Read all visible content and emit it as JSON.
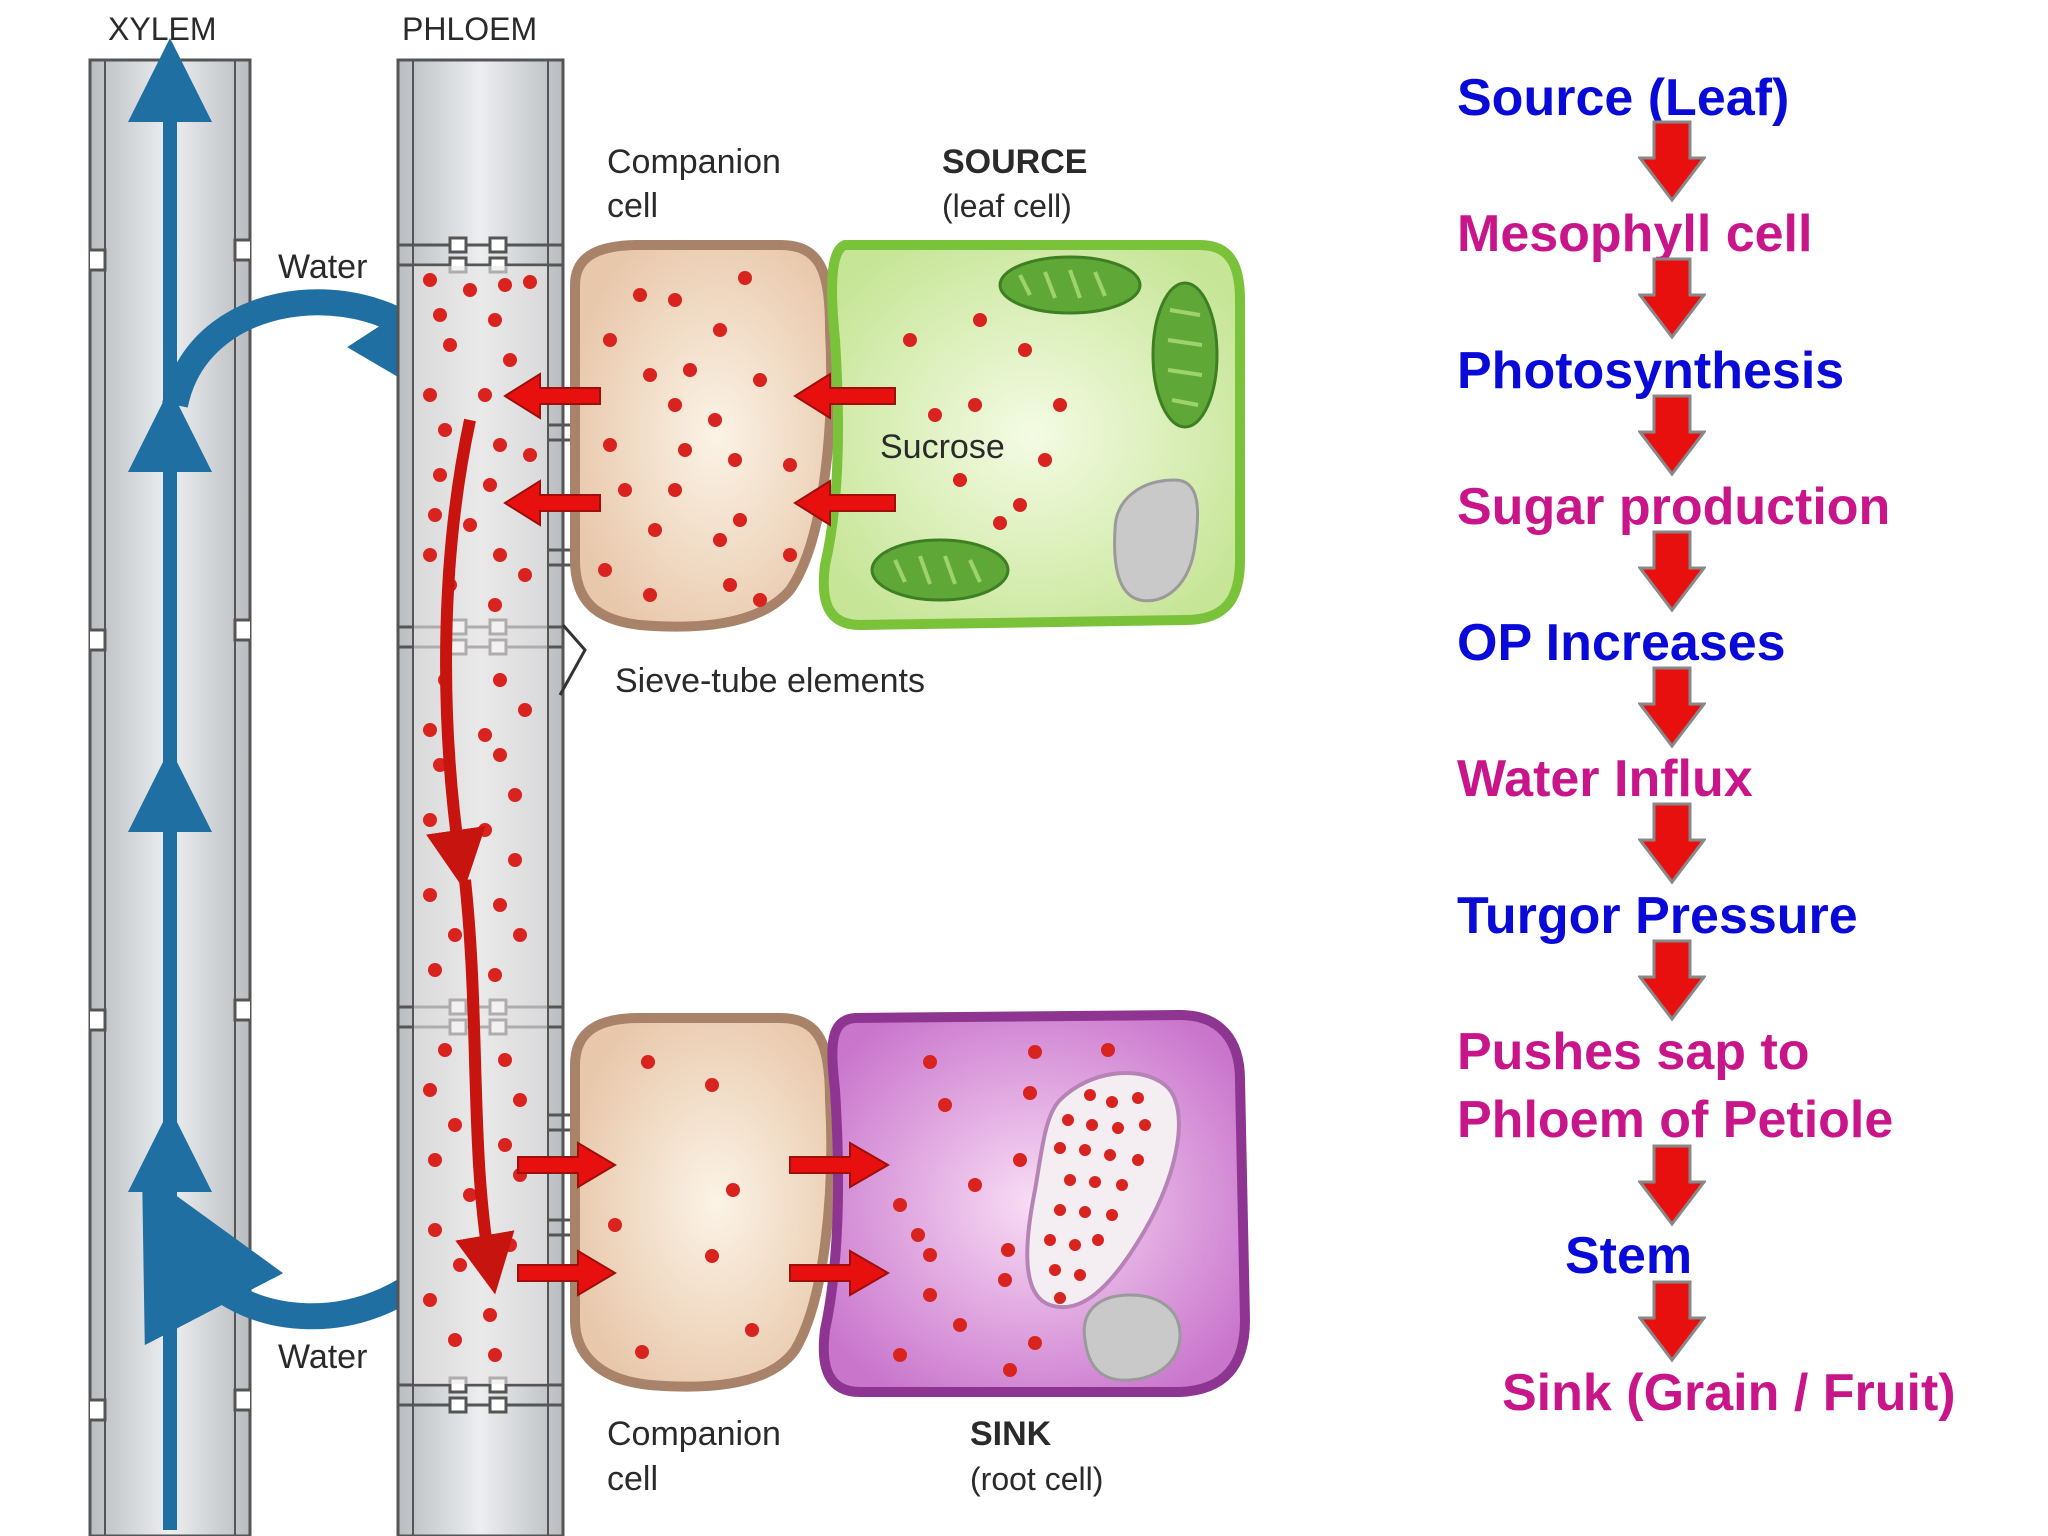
{
  "colors": {
    "blue_step": "#0a0ad8",
    "magenta_step": "#c8168a",
    "flow_arrow": "#e8100f",
    "xylem_arrow": "#1f6fa3",
    "sucrose_dot": "#d9231f",
    "companion_cell": "#d6ad8e",
    "source_cell": "#cbe79a",
    "sink_cell": "#c56fc8"
  },
  "diagram": {
    "xylem_label": "XYLEM",
    "phloem_label": "PHLOEM",
    "water_top": "Water",
    "water_bottom": "Water",
    "companion_top_line1": "Companion",
    "companion_top_line2": "cell",
    "source_line1": "SOURCE",
    "source_line2": "(leaf cell)",
    "sucrose": "Sucrose",
    "sieve_tube": "Sieve-tube elements",
    "companion_bottom_line1": "Companion",
    "companion_bottom_line2": "cell",
    "sink_line1": "SINK",
    "sink_line2": "(root cell)"
  },
  "flow_steps": [
    {
      "text": "Source (Leaf)",
      "color": "blue"
    },
    {
      "text": "Mesophyll cell",
      "color": "magenta"
    },
    {
      "text": "Photosynthesis",
      "color": "blue"
    },
    {
      "text": "Sugar production",
      "color": "magenta"
    },
    {
      "text": "OP Increases",
      "color": "blue"
    },
    {
      "text": "Water Influx",
      "color": "magenta"
    },
    {
      "text": "Turgor Pressure",
      "color": "blue"
    },
    {
      "text": "Pushes sap to",
      "color": "magenta"
    },
    {
      "text": "Phloem of Petiole",
      "color": "magenta"
    },
    {
      "text": "Stem",
      "color": "blue"
    },
    {
      "text": "Sink (Grain / Fruit)",
      "color": "magenta"
    }
  ]
}
